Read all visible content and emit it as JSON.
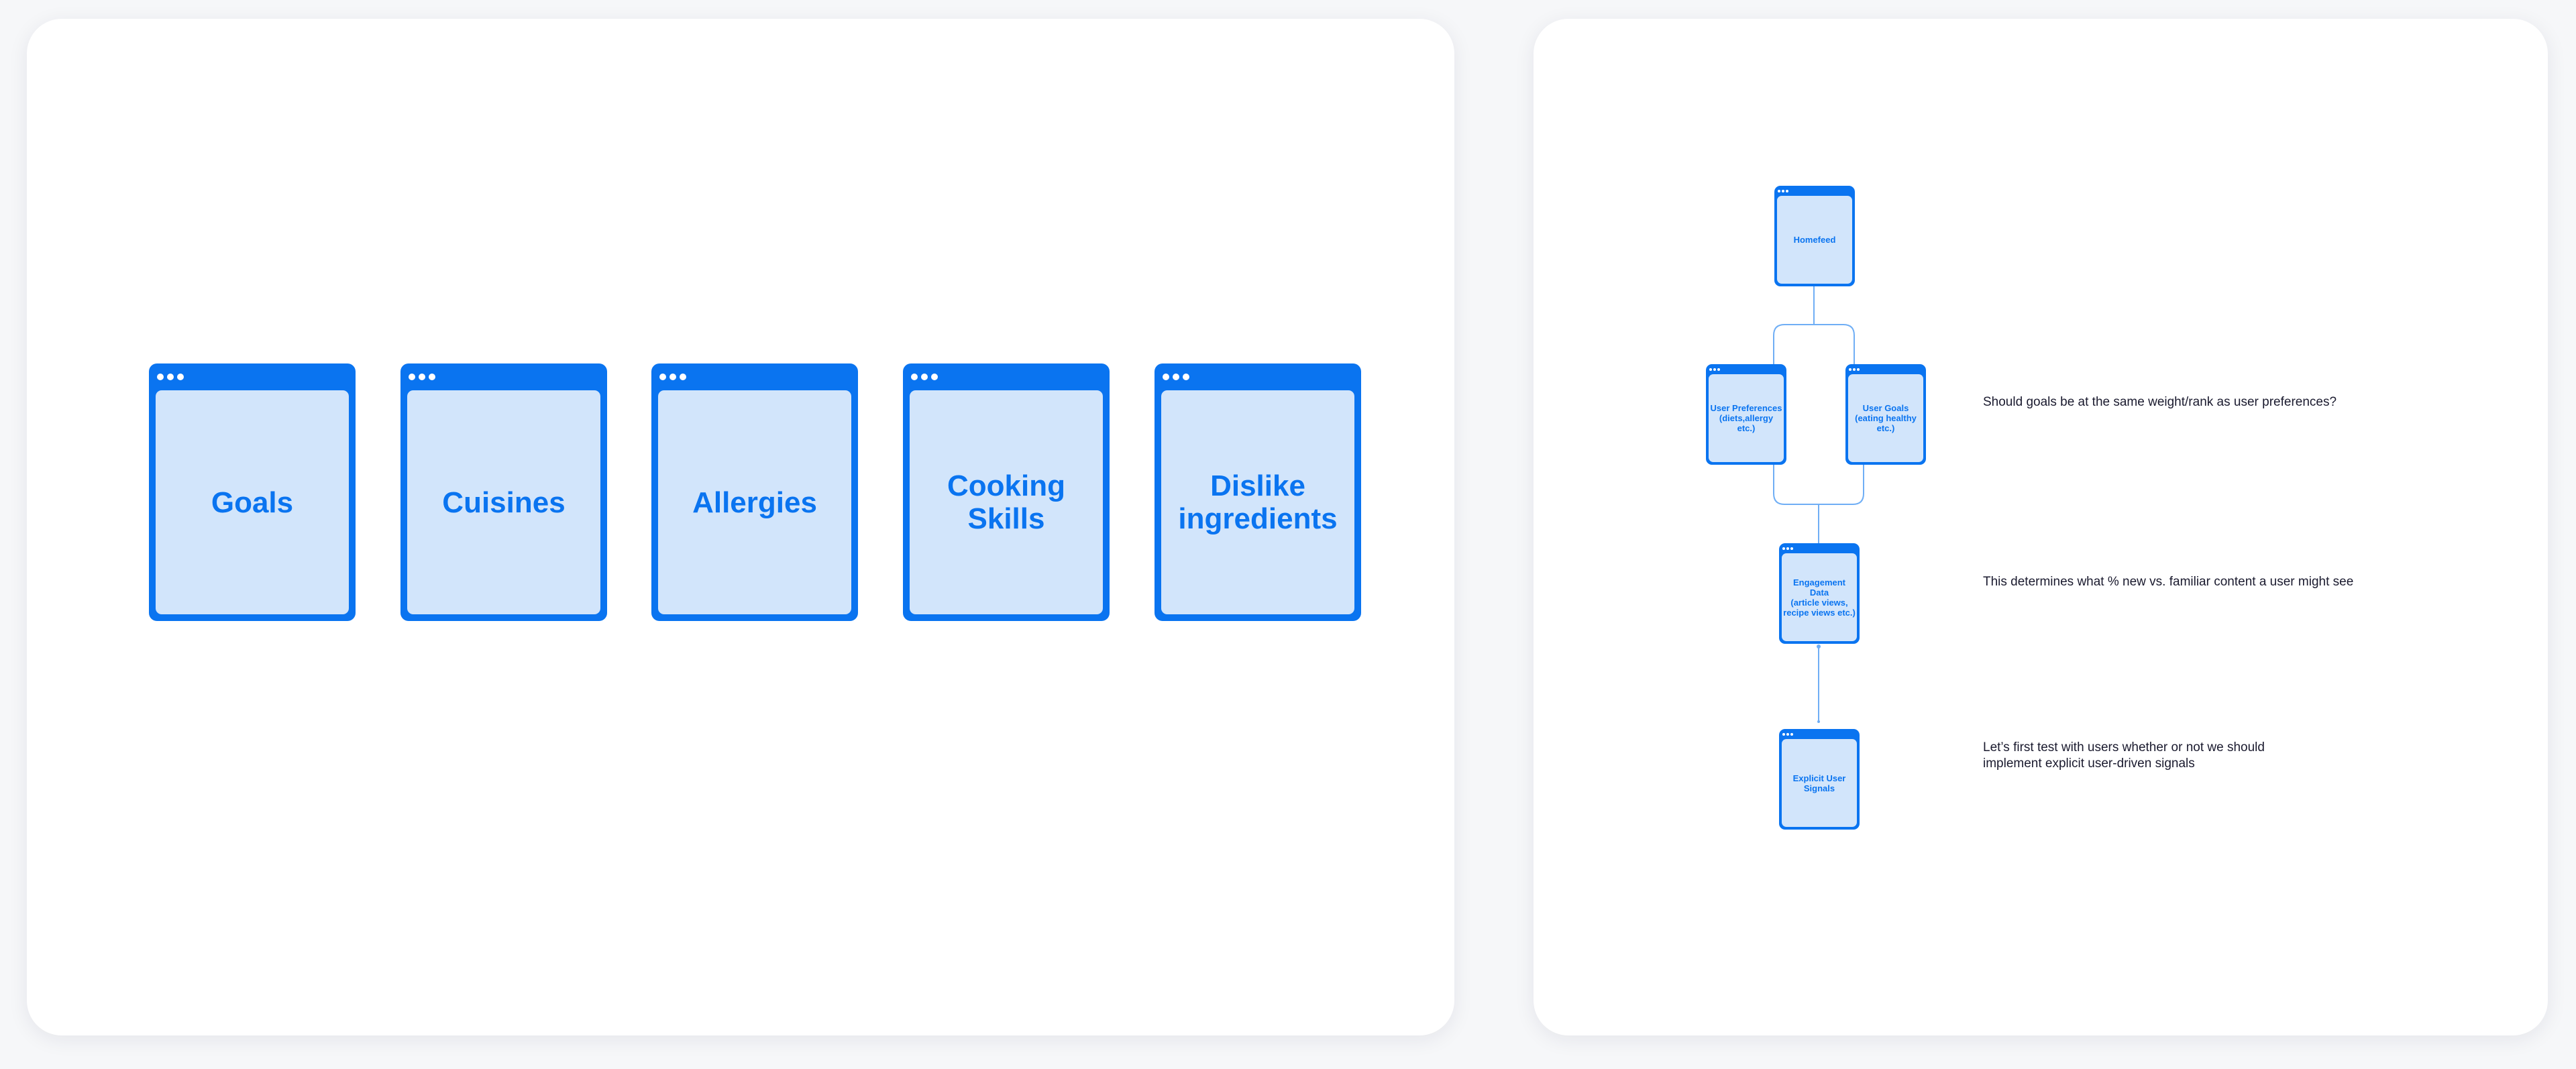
{
  "left_panel": {
    "cards": [
      {
        "label": "Goals"
      },
      {
        "label": "Cuisines"
      },
      {
        "label": "Allergies"
      },
      {
        "label": "Cooking\nSkills"
      },
      {
        "label": "Dislike\ningredients"
      }
    ]
  },
  "flowchart": {
    "homefeed": {
      "label": "Homefeed"
    },
    "user_preferences": {
      "label": "User Preferences\n(diets,allergy\netc.)"
    },
    "user_goals": {
      "label": "User Goals\n(eating healthy\netc.)"
    },
    "engagement_data": {
      "label": "Engagement Data\n(article views,\nrecipe views etc.)"
    },
    "explicit_signals": {
      "label": "Explicit User\nSignals"
    }
  },
  "questions": [
    {
      "text": "Should goals be at the same weight/rank as user preferences?"
    },
    {
      "text": "This determines what % new vs. familiar content a user might see"
    },
    {
      "text": "Let’s first test with users whether or not we should\nimplement explicit user-driven signals"
    }
  ],
  "colors": {
    "accent": "#0a74f0",
    "card_fill": "#d2e5fb",
    "connector": "#6faef5",
    "text_dark": "#1a1a2e"
  }
}
